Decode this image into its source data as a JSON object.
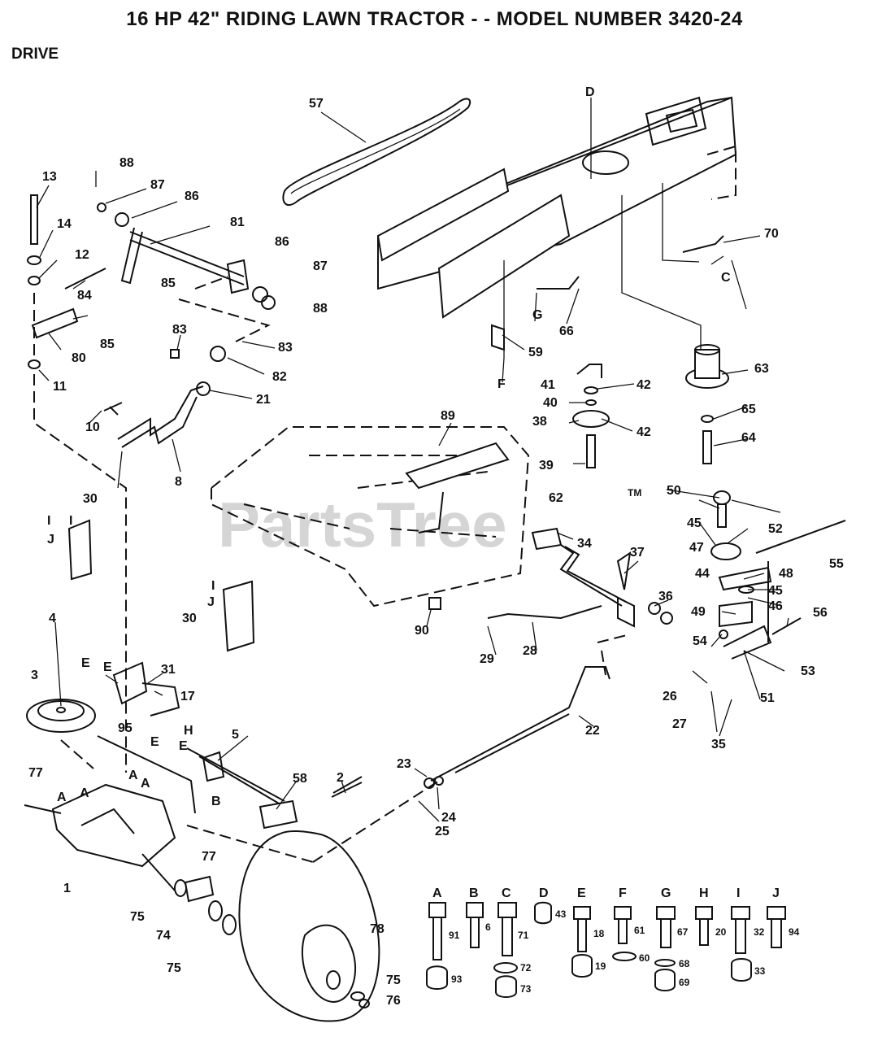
{
  "title": "16 HP 42\" RIDING LAWN TRACTOR - - MODEL NUMBER 3420-24",
  "section": "DRIVE",
  "watermark": "PartsTree",
  "trademark": "TM",
  "callouts": [
    "1",
    "2",
    "3",
    "4",
    "5",
    "6",
    "8",
    "10",
    "11",
    "12",
    "13",
    "14",
    "17",
    "18",
    "19",
    "20",
    "21",
    "22",
    "23",
    "24",
    "25",
    "26",
    "27",
    "28",
    "29",
    "30",
    "31",
    "32",
    "33",
    "34",
    "35",
    "36",
    "37",
    "38",
    "39",
    "40",
    "41",
    "42",
    "43",
    "44",
    "45",
    "46",
    "47",
    "48",
    "49",
    "50",
    "51",
    "52",
    "53",
    "54",
    "55",
    "56",
    "57",
    "58",
    "59",
    "60",
    "61",
    "62",
    "63",
    "64",
    "65",
    "66",
    "67",
    "68",
    "69",
    "70",
    "71",
    "72",
    "73",
    "74",
    "75",
    "76",
    "77",
    "78",
    "80",
    "81",
    "82",
    "83",
    "84",
    "85",
    "86",
    "87",
    "88",
    "89",
    "90",
    "91",
    "93",
    "94",
    "95"
  ],
  "connector_letters": [
    "A",
    "B",
    "C",
    "D",
    "E",
    "F",
    "G",
    "H",
    "I",
    "J"
  ],
  "hardware_key": [
    {
      "letter": "A",
      "bolt": "91",
      "nut": "93"
    },
    {
      "letter": "B",
      "bolt": "6"
    },
    {
      "letter": "C",
      "bolt": "71",
      "washer": "72",
      "nut": "73"
    },
    {
      "letter": "D",
      "nut": "43"
    },
    {
      "letter": "E",
      "bolt": "18",
      "nut": "19"
    },
    {
      "letter": "F",
      "bolt": "61",
      "washer": "60"
    },
    {
      "letter": "G",
      "bolt": "67",
      "washer": "68",
      "nut": "69"
    },
    {
      "letter": "H",
      "bolt": "20"
    },
    {
      "letter": "I",
      "bolt": "32",
      "nut": "33"
    },
    {
      "letter": "J",
      "bolt": "94"
    }
  ]
}
